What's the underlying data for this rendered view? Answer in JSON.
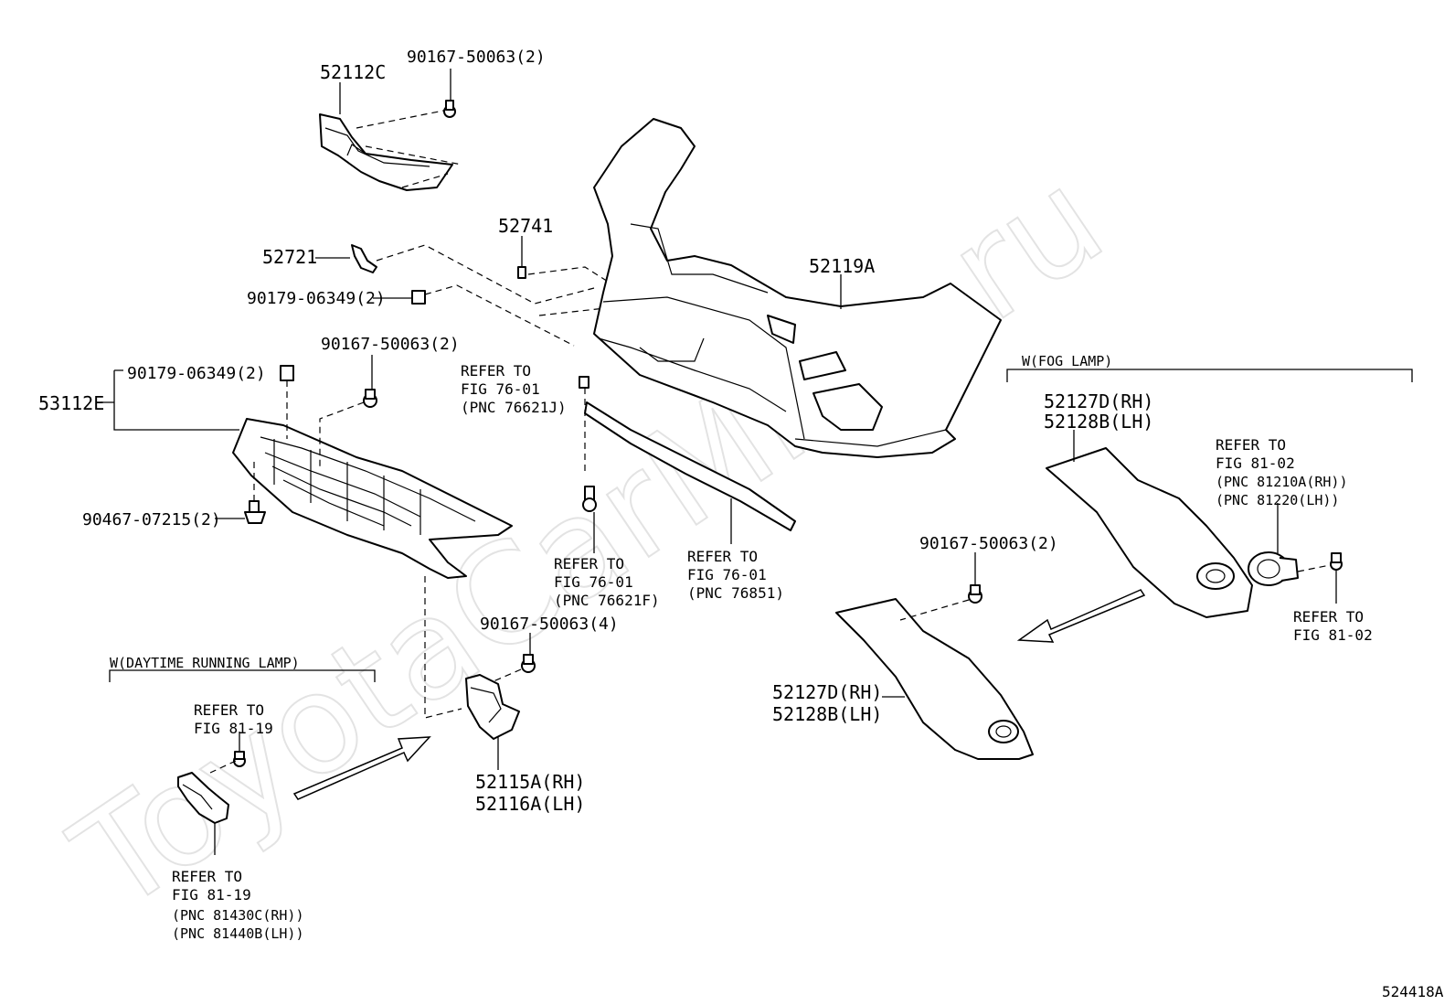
{
  "watermark": "ToyotaCarMine.ru",
  "figure_code": "524418A",
  "parts": {
    "p52112C": "52112C",
    "p52741": "52741",
    "p52721": "52721",
    "p52119A": "52119A",
    "p53112E": "53112E",
    "b90167_top": "90167-50063(2)",
    "b90179_a": "90179-06349(2)",
    "b90167_mid": "90167-50063(2)",
    "b90179_b": "90179-06349(2)",
    "b90467": "90467-07215(2)",
    "b90167_lamp": "90167-50063(4)",
    "b90167_right": "90167-50063(2)",
    "p52115A": "52115A(RH)",
    "p52116A": "52116A(LH)",
    "p52127D_a": "52127D(RH)",
    "p52128B_a": "52128B(LH)",
    "p52127D_b": "52127D(RH)",
    "p52128B_b": "52128B(LH)"
  },
  "groups": {
    "fog_lamp": "W(FOG LAMP)",
    "drl": "W(DAYTIME RUNNING LAMP)"
  },
  "refs": {
    "r1": [
      "REFER TO",
      "FIG 76-01",
      "(PNC 76621J)"
    ],
    "r2": [
      "REFER TO",
      "FIG 76-01",
      "(PNC 76621F)"
    ],
    "r3": [
      "REFER TO",
      "FIG 76-01",
      "(PNC 76851)"
    ],
    "r4": [
      "REFER TO",
      "FIG 81-02",
      "(PNC 81210A(RH))",
      "(PNC 81220(LH))"
    ],
    "r5": [
      "REFER TO",
      "FIG 81-02"
    ],
    "r6": [
      "REFER TO",
      "FIG 81-19"
    ],
    "r7": [
      "REFER TO",
      "FIG 81-19",
      "(PNC 81430C(RH))",
      "(PNC 81440B(LH))"
    ]
  }
}
